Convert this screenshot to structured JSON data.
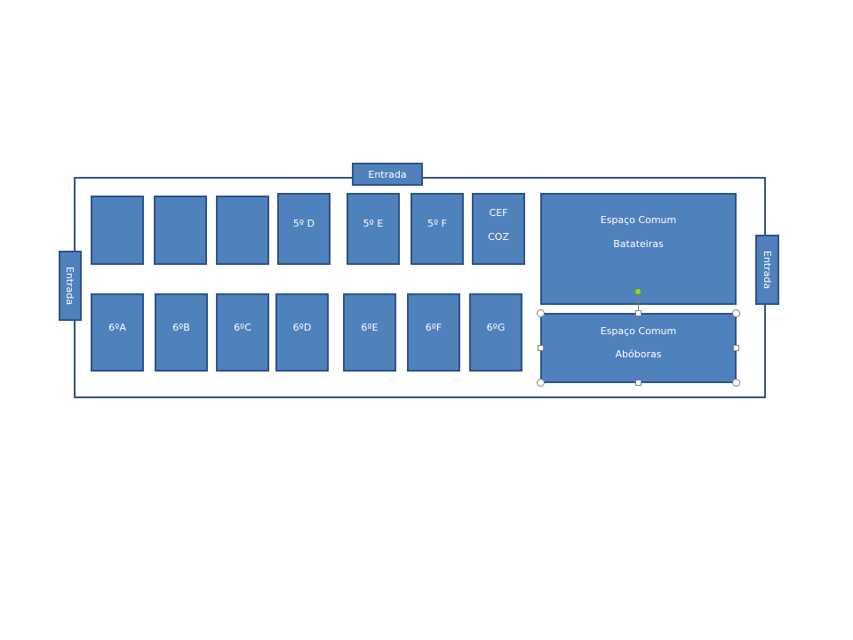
{
  "entrances": {
    "top": "Entrada",
    "left": "Entrada",
    "right": "Entrada"
  },
  "rooms_top": [
    {
      "label": ""
    },
    {
      "label": ""
    },
    {
      "label": ""
    },
    {
      "label": "5º D"
    },
    {
      "label": "5º E"
    },
    {
      "label": "5º F"
    },
    {
      "line1": "CEF",
      "line2": "COZ"
    }
  ],
  "rooms_bottom": [
    {
      "label": "6ºA"
    },
    {
      "label": "6ºB"
    },
    {
      "label": "6ºC"
    },
    {
      "label": "6ºD"
    },
    {
      "label": "6ºE"
    },
    {
      "label": "6ºF"
    },
    {
      "label": "6ºG"
    }
  ],
  "common_spaces": [
    {
      "line1": "Espaço Comum",
      "line2": "Batateiras"
    },
    {
      "line1": "Espaço Comum",
      "line2": "Abóboras"
    }
  ],
  "colors": {
    "fill": "#4f81bd",
    "border": "#2f5386",
    "text": "#ffffff",
    "rotate_handle": "#8ed23f"
  }
}
